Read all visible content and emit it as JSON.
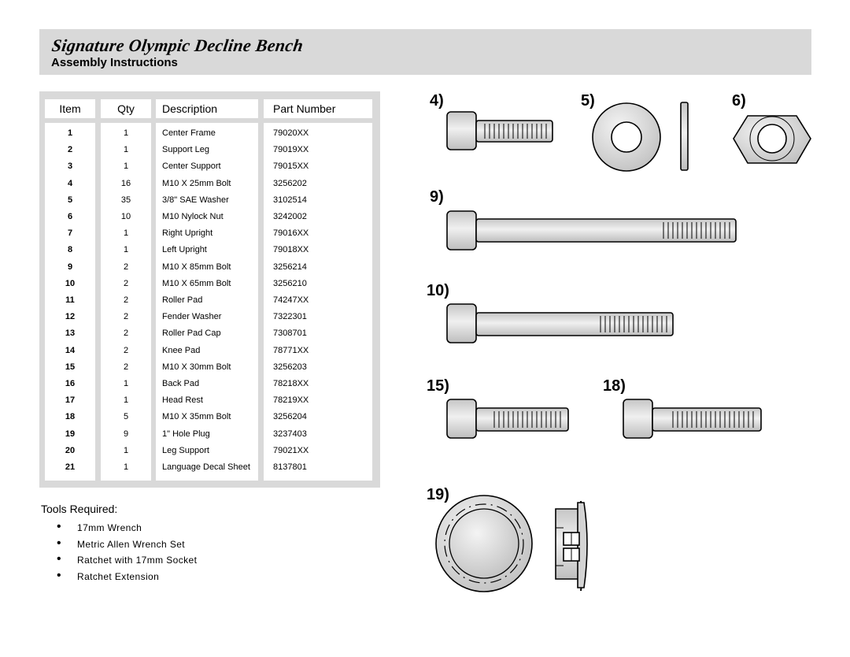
{
  "header": {
    "title": "Signature Olympic Decline Bench",
    "subtitle": "Assembly Instructions"
  },
  "table": {
    "columns": [
      "Item",
      "Qty",
      "Description",
      "Part Number"
    ],
    "rows": [
      [
        "1",
        "1",
        "Center Frame",
        "79020XX"
      ],
      [
        "2",
        "1",
        "Support Leg",
        "79019XX"
      ],
      [
        "3",
        "1",
        "Center Support",
        "79015XX"
      ],
      [
        "4",
        "16",
        "M10 X 25mm Bolt",
        "3256202"
      ],
      [
        "5",
        "35",
        "3/8\" SAE Washer",
        "3102514"
      ],
      [
        "6",
        "10",
        "M10 Nylock Nut",
        "3242002"
      ],
      [
        "7",
        "1",
        "Right Upright",
        "79016XX"
      ],
      [
        "8",
        "1",
        "Left Upright",
        "79018XX"
      ],
      [
        "9",
        "2",
        "M10 X 85mm Bolt",
        "3256214"
      ],
      [
        "10",
        "2",
        "M10 X 65mm Bolt",
        "3256210"
      ],
      [
        "11",
        "2",
        "Roller Pad",
        "74247XX"
      ],
      [
        "12",
        "2",
        "Fender Washer",
        "7322301"
      ],
      [
        "13",
        "2",
        "Roller Pad Cap",
        "7308701"
      ],
      [
        "14",
        "2",
        "Knee Pad",
        "78771XX"
      ],
      [
        "15",
        "2",
        "M10 X 30mm Bolt",
        "3256203"
      ],
      [
        "16",
        "1",
        "Back Pad",
        "78218XX"
      ],
      [
        "17",
        "1",
        "Head Rest",
        "78219XX"
      ],
      [
        "18",
        "5",
        "M10 X 35mm Bolt",
        "3256204"
      ],
      [
        "19",
        "9",
        "1\" Hole Plug",
        "3237403"
      ],
      [
        "20",
        "1",
        "Leg Support",
        "79021XX"
      ],
      [
        "21",
        "1",
        "Language Decal Sheet",
        "8137801"
      ]
    ]
  },
  "tools": {
    "title": "Tools Required:",
    "items": [
      "17mm Wrench",
      "Metric Allen Wrench Set",
      "Ratchet with 17mm Socket",
      "Ratchet Extension"
    ]
  },
  "parts": {
    "labels": {
      "p4": "4)",
      "p5": "5)",
      "p6": "6)",
      "p9": "9)",
      "p10": "10)",
      "p15": "15)",
      "p18": "18)",
      "p19": "19)"
    }
  },
  "colors": {
    "panel": "#d9d9d9",
    "metal": "#d4d4d4",
    "outline": "#000000"
  }
}
